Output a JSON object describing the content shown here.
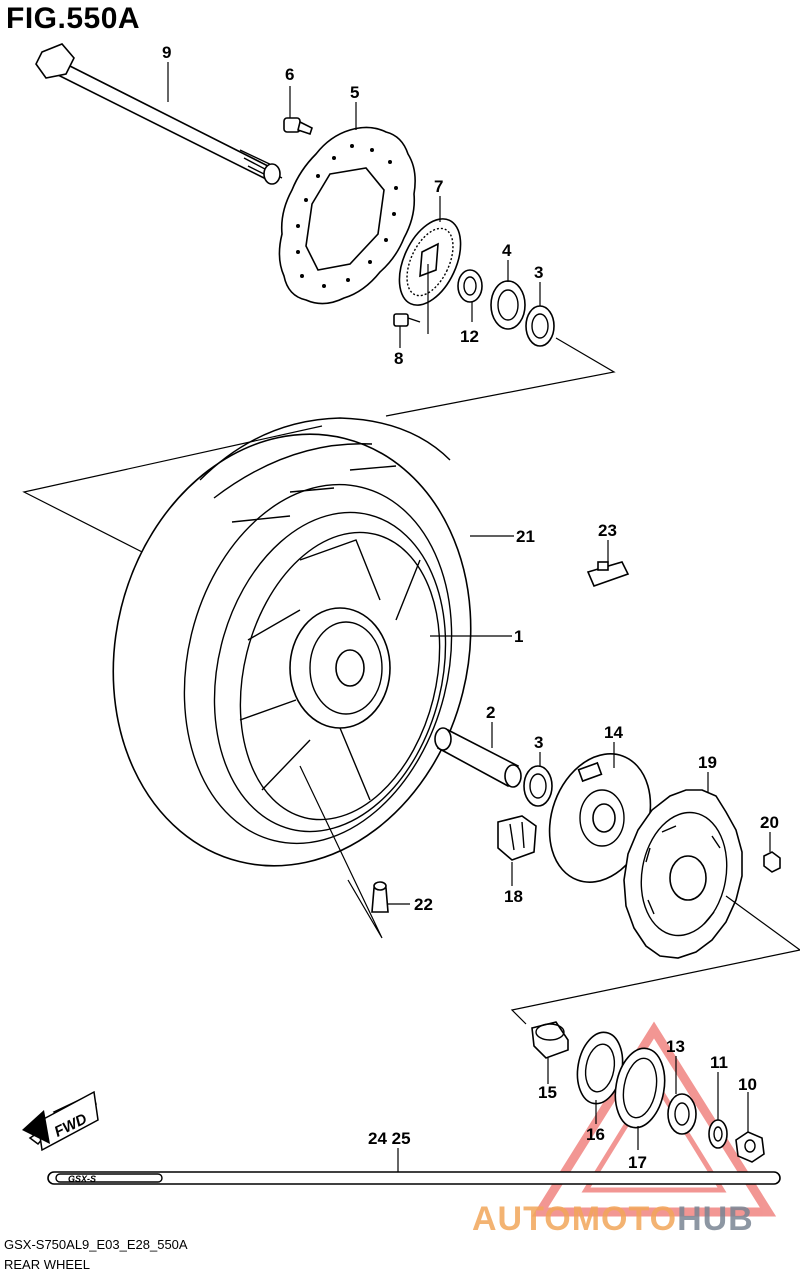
{
  "figure": {
    "title": "FIG.550A",
    "model_code": "GSX-S750AL9_E03_E28_550A",
    "caption": "REAR WHEEL"
  },
  "callouts": {
    "c1": "1",
    "c2": "2",
    "c3a": "3",
    "c3b": "3",
    "c4": "4",
    "c5": "5",
    "c6": "6",
    "c7": "7",
    "c8": "8",
    "c9": "9",
    "c10": "10",
    "c11": "11",
    "c12": "12",
    "c13": "13",
    "c14": "14",
    "c15": "15",
    "c16": "16",
    "c17": "17",
    "c18": "18",
    "c19": "19",
    "c20": "20",
    "c21": "21",
    "c22": "22",
    "c23": "23",
    "c24_25": "24 25"
  },
  "fwd_arrow": {
    "label": "FWD"
  },
  "stripe": {
    "label": "GSX-S"
  },
  "watermark": {
    "part_a": "AUTOMOTO",
    "part_b": "HUB",
    "triangle_color": "#e8423c"
  }
}
